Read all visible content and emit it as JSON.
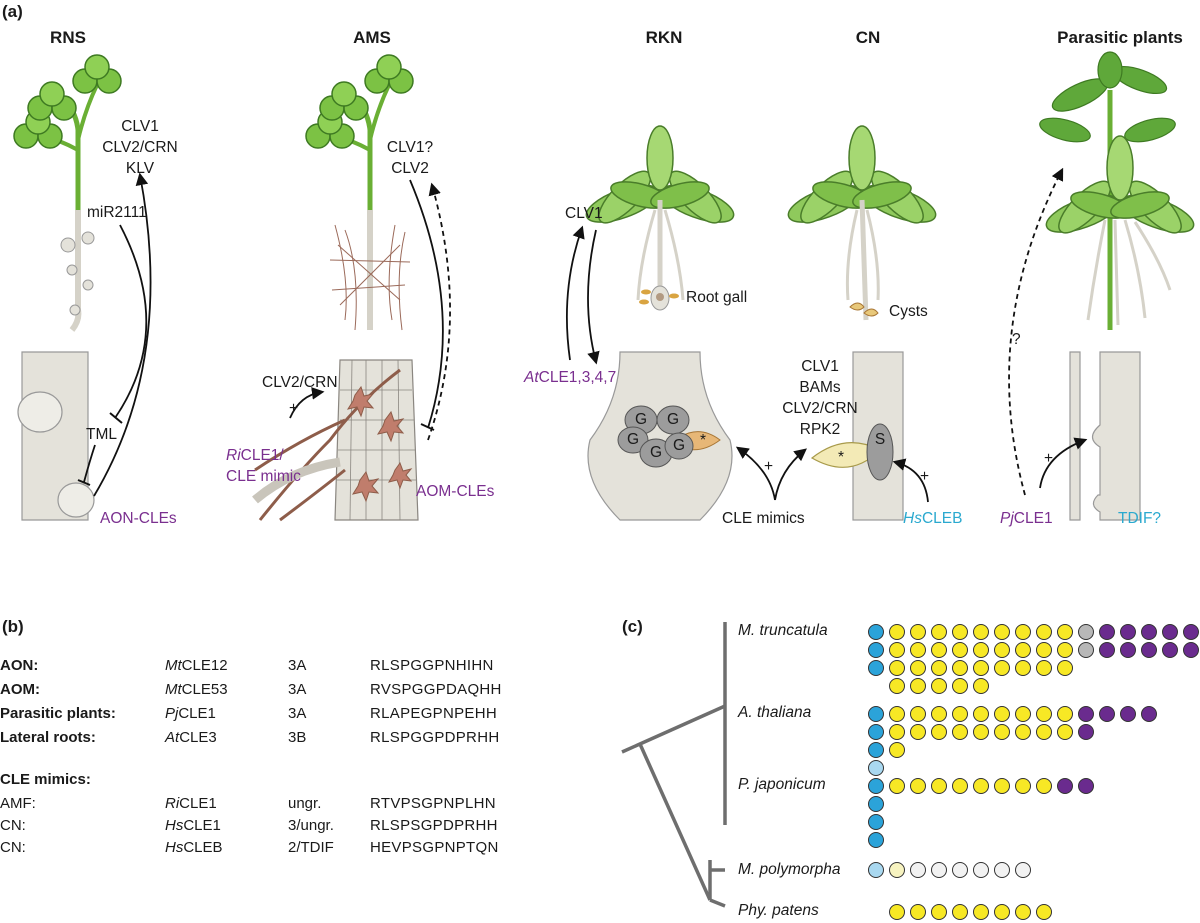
{
  "panels": {
    "a": "(a)",
    "b": "(b)",
    "c": "(c)"
  },
  "panel_a": {
    "columns": [
      {
        "id": "rns",
        "title": "RNS"
      },
      {
        "id": "ams",
        "title": "AMS"
      },
      {
        "id": "rkn",
        "title": "RKN"
      },
      {
        "id": "cn",
        "title": "CN"
      },
      {
        "id": "parasitic",
        "title": "Parasitic plants"
      }
    ],
    "rns": {
      "receptors": [
        "CLV1",
        "CLV2/CRN",
        "KLV"
      ],
      "mirna": "miR2111",
      "tml": "TML",
      "peptides": "AON-CLEs"
    },
    "ams": {
      "receptors": [
        "CLV1?",
        "CLV2"
      ],
      "clv2crn": "CLV2/CRN",
      "plus": "+",
      "mimic_italic": "Ri",
      "mimic_rest": "CLE1/",
      "mimic_line2": "CLE mimic",
      "peptides": "AOM-CLEs"
    },
    "rkn": {
      "clv1": "CLV1",
      "atcle_italic": "At",
      "atcle_rest": "CLE1,3,4,7",
      "root_gall": "Root gall",
      "giant_cell": "G",
      "star": "*"
    },
    "cn": {
      "receptors": [
        "CLV1",
        "BAMs",
        "CLV2/CRN",
        "RPK2"
      ],
      "cysts": "Cysts",
      "cle_mimics": "CLE mimics",
      "plus": "+",
      "syncytium": "S",
      "hs_italic": "Hs",
      "hs_rest": "CLEB",
      "star": "*"
    },
    "parasitic": {
      "question": "?",
      "plus": "+",
      "pj_italic": "Pj",
      "pj_rest": "CLE1",
      "tdif": "TDIF?"
    }
  },
  "panel_b": {
    "rows": [
      {
        "context": "AON:",
        "bold": true,
        "italic_prefix": "Mt",
        "gene": "CLE12",
        "group": "3A",
        "sequence": "RLSPGGPNHIHN"
      },
      {
        "context": "AOM:",
        "bold": true,
        "italic_prefix": "Mt",
        "gene": "CLE53",
        "group": "3A",
        "sequence": "RVSPGGPDAQHH"
      },
      {
        "context": "Parasitic plants:",
        "bold": true,
        "italic_prefix": "Pj",
        "gene": "CLE1",
        "group": "3A",
        "sequence": "RLAPEGPNPEHH"
      },
      {
        "context": "Lateral roots:",
        "bold": true,
        "italic_prefix": "At",
        "gene": "CLE3",
        "group": "3B",
        "sequence": "RLSPGGPDPRHH"
      }
    ],
    "mimics_header": "CLE mimics:",
    "mimic_rows": [
      {
        "context": "AMF:",
        "italic_prefix": "Ri",
        "gene": "CLE1",
        "group": "ungr.",
        "sequence": "RTVPSGPNPLHN"
      },
      {
        "context": "CN:",
        "italic_prefix": "Hs",
        "gene": "CLE1",
        "group": "3/ungr.",
        "sequence": "RLSPSGPDPRHH"
      },
      {
        "context": "CN:",
        "italic_prefix": "Hs",
        "gene": "CLEB",
        "group": "2/TDIF",
        "sequence": "HEVPSGPNPTQN"
      }
    ]
  },
  "panel_c": {
    "colors": {
      "blue": "#2ba3d9",
      "light_blue": "#a9d8f0",
      "yellow": "#f7e825",
      "light_yellow": "#f7f3c0",
      "white": "#f2f2f2",
      "gray": "#b8b8b8",
      "purple": "#6a2b8e",
      "tree": "#6e6e6e"
    },
    "species": [
      {
        "name": "M. truncatula",
        "rows": [
          [
            "blue",
            "yellow",
            "yellow",
            "yellow",
            "yellow",
            "yellow",
            "yellow",
            "yellow",
            "yellow",
            "yellow",
            "gray",
            "purple",
            "purple",
            "purple",
            "purple",
            "purple"
          ],
          [
            "blue",
            "yellow",
            "yellow",
            "yellow",
            "yellow",
            "yellow",
            "yellow",
            "yellow",
            "yellow",
            "yellow",
            "gray",
            "purple",
            "purple",
            "purple",
            "purple",
            "purple"
          ],
          [
            "blue",
            "yellow",
            "yellow",
            "yellow",
            "yellow",
            "yellow",
            "yellow",
            "yellow",
            "yellow",
            "yellow"
          ],
          [
            "none",
            "yellow",
            "yellow",
            "yellow",
            "yellow",
            "yellow"
          ]
        ]
      },
      {
        "name": "A. thaliana",
        "rows": [
          [
            "blue",
            "yellow",
            "yellow",
            "yellow",
            "yellow",
            "yellow",
            "yellow",
            "yellow",
            "yellow",
            "yellow",
            "purple",
            "purple",
            "purple",
            "purple"
          ],
          [
            "blue",
            "yellow",
            "yellow",
            "yellow",
            "yellow",
            "yellow",
            "yellow",
            "yellow",
            "yellow",
            "yellow",
            "purple"
          ],
          [
            "blue",
            "yellow"
          ],
          [
            "light_blue"
          ]
        ]
      },
      {
        "name": "P. japonicum",
        "rows": [
          [
            "blue",
            "yellow",
            "yellow",
            "yellow",
            "yellow",
            "yellow",
            "yellow",
            "yellow",
            "yellow",
            "purple",
            "purple"
          ],
          [
            "blue"
          ],
          [
            "blue"
          ],
          [
            "blue"
          ]
        ]
      },
      {
        "name": "M. polymorpha",
        "rows": [
          [
            "light_blue",
            "light_yellow",
            "white",
            "white",
            "white",
            "white",
            "white",
            "white"
          ]
        ]
      },
      {
        "name": "Phy. patens",
        "rows": [
          [
            "none",
            "yellow",
            "yellow",
            "yellow",
            "yellow",
            "yellow",
            "yellow",
            "yellow",
            "yellow"
          ]
        ]
      }
    ]
  }
}
